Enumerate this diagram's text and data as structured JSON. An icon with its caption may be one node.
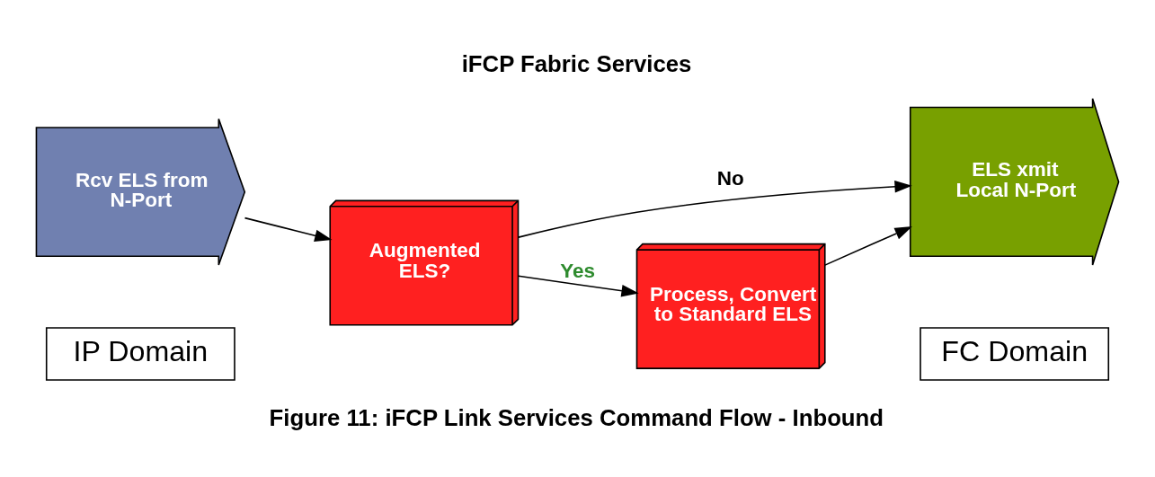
{
  "diagram": {
    "title": "iFCP Fabric Services",
    "caption": "Figure 11: iFCP Link Services Command Flow - Inbound",
    "nodes": [
      {
        "text": [
          "Rcv ELS from N-Port"
        ]
      },
      {
        "text": [
          "Augmented ELS?"
        ]
      },
      {
        "text": [
          "Process, Convert to Standard ELS"
        ]
      },
      {
        "text": [
          "ELS xmit Local N-Port"
        ]
      },
      {
        "text": [
          "IP Domain"
        ]
      },
      {
        "text": [
          "FC Domain"
        ]
      }
    ],
    "edges": [
      {
        "from": 0,
        "to": 1,
        "arrow": "to"
      },
      {
        "from": 1,
        "to": 2,
        "arrow": "to",
        "label": "Yes"
      },
      {
        "from": 2,
        "to": 3,
        "arrow": "to"
      },
      {
        "from": 1,
        "to": 3,
        "arrow": "to",
        "label": "No"
      }
    ]
  }
}
